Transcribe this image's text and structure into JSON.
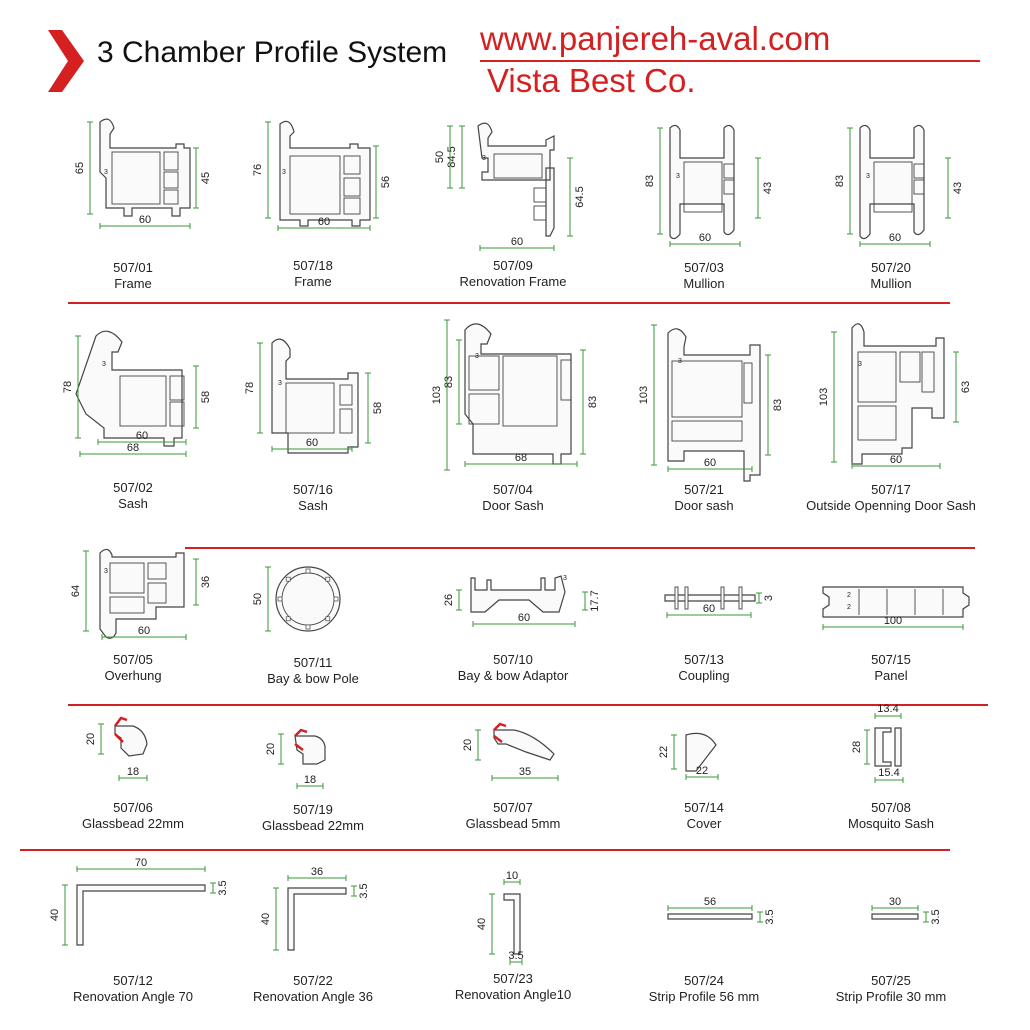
{
  "header": {
    "title": "3 Chamber Profile System",
    "url": "www.panjereh-aval.com",
    "company": "Vista Best Co.",
    "accent_color": "#d42020"
  },
  "profiles": [
    {
      "code": "507/01",
      "name": "Frame",
      "dims": [
        "65",
        "45",
        "60",
        "3"
      ]
    },
    {
      "code": "507/18",
      "name": "Frame",
      "dims": [
        "76",
        "56",
        "60",
        "3"
      ]
    },
    {
      "code": "507/09",
      "name": "Renovation Frame",
      "dims": [
        "84.5",
        "50",
        "64.5",
        "60",
        "3"
      ]
    },
    {
      "code": "507/03",
      "name": "Mullion",
      "dims": [
        "83",
        "43",
        "60",
        "3"
      ]
    },
    {
      "code": "507/20",
      "name": "Mullion",
      "dims": [
        "83",
        "43",
        "60",
        "3"
      ]
    },
    {
      "code": "507/02",
      "name": "Sash",
      "dims": [
        "78",
        "58",
        "60",
        "68",
        "3"
      ]
    },
    {
      "code": "507/16",
      "name": "Sash",
      "dims": [
        "78",
        "58",
        "60",
        "3"
      ]
    },
    {
      "code": "507/04",
      "name": "Door Sash",
      "dims": [
        "103",
        "83",
        "83",
        "68",
        "3"
      ]
    },
    {
      "code": "507/21",
      "name": "Door sash",
      "dims": [
        "103",
        "83",
        "60",
        "3"
      ]
    },
    {
      "code": "507/17",
      "name": "Outside Openning Door Sash",
      "dims": [
        "103",
        "63",
        "60",
        "3"
      ]
    },
    {
      "code": "507/05",
      "name": "Overhung",
      "dims": [
        "64",
        "36",
        "60",
        "3"
      ]
    },
    {
      "code": "507/11",
      "name": "Bay & bow Pole",
      "dims": [
        "50"
      ]
    },
    {
      "code": "507/10",
      "name": "Bay & bow Adaptor",
      "dims": [
        "26",
        "17.7",
        "60",
        "3"
      ]
    },
    {
      "code": "507/13",
      "name": "Coupling",
      "dims": [
        "60",
        "3"
      ]
    },
    {
      "code": "507/15",
      "name": "Panel",
      "dims": [
        "100",
        "2"
      ]
    },
    {
      "code": "507/06",
      "name": "Glassbead 22mm",
      "dims": [
        "20",
        "18"
      ]
    },
    {
      "code": "507/19",
      "name": "Glassbead 22mm",
      "dims": [
        "20",
        "18"
      ]
    },
    {
      "code": "507/07",
      "name": "Glassbead 5mm",
      "dims": [
        "20",
        "35"
      ]
    },
    {
      "code": "507/14",
      "name": "Cover",
      "dims": [
        "22",
        "22"
      ]
    },
    {
      "code": "507/08",
      "name": "Mosquito Sash",
      "dims": [
        "13.4",
        "28",
        "15.4"
      ]
    },
    {
      "code": "507/12",
      "name": "Renovation Angle 70",
      "dims": [
        "70",
        "40",
        "3.5"
      ]
    },
    {
      "code": "507/22",
      "name": "Renovation Angle 36",
      "dims": [
        "36",
        "40",
        "3.5"
      ]
    },
    {
      "code": "507/23",
      "name": "Renovation Angle10",
      "dims": [
        "10",
        "40",
        "3.5"
      ]
    },
    {
      "code": "507/24",
      "name": "Strip Profile 56 mm",
      "dims": [
        "56",
        "3.5"
      ]
    },
    {
      "code": "507/25",
      "name": "Strip Profile 30 mm",
      "dims": [
        "30",
        "3.5"
      ]
    }
  ]
}
